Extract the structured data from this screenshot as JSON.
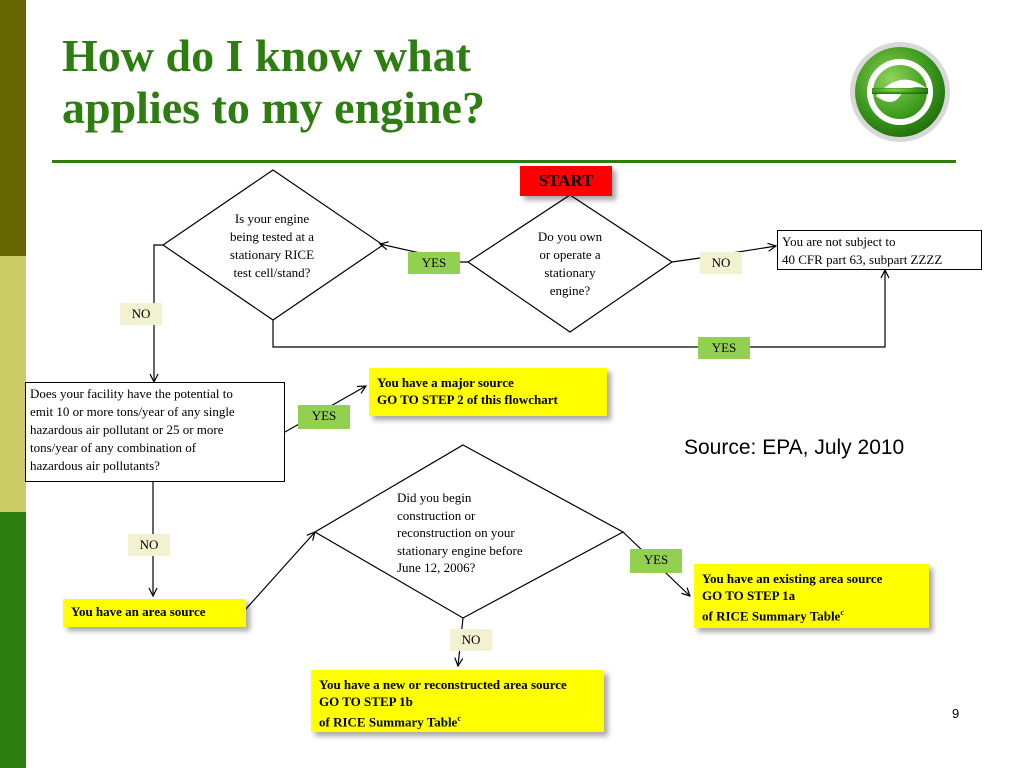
{
  "slide": {
    "title_line1": "How do I know what",
    "title_line2": "applies to my engine?",
    "source": "Source:  EPA, July 2010",
    "page_number": "9"
  },
  "flowchart": {
    "start": "START",
    "q_own_engine": [
      "Do you own",
      "or operate a",
      "stationary",
      "engine?"
    ],
    "q_test_cell": [
      "Is your engine",
      "being tested at a",
      "stationary RICE",
      "test cell/stand?"
    ],
    "not_subject": [
      "You are not subject to",
      "40 CFR part 63, subpart ZZZZ"
    ],
    "q_major_source": [
      "Does your facility have the potential to",
      "emit 10 or more tons/year of any single",
      "hazardous air pollutant or 25 or more",
      "tons/year of any combination of",
      "hazardous air pollutants?"
    ],
    "major_source": [
      "You have a major source",
      "GO TO STEP 2 of this flowchart"
    ],
    "area_source": "You have an area source",
    "q_construction": [
      "Did you begin",
      "construction or",
      "reconstruction on your",
      "stationary engine before",
      "June 12, 2006?"
    ],
    "existing_area": [
      "You have an existing area source",
      "GO TO STEP 1a",
      "of  RICE Summary Table"
    ],
    "new_area": [
      "You have a new or reconstructed area source",
      "GO TO STEP 1b",
      "of  RICE Summary Table"
    ],
    "footnote_mark": "c",
    "labels": {
      "yes_own_test": "YES",
      "no_own": "NO",
      "no_test": "NO",
      "yes_test": "YES",
      "yes_major": "YES",
      "no_major": "NO",
      "yes_construction": "YES",
      "no_construction": "NO"
    }
  },
  "colors": {
    "title_green": "#2e7d10",
    "sidebar_dark": "#666600",
    "sidebar_light": "#cccc66",
    "start_red": "#ff0000",
    "yes_green": "#92d050",
    "result_yellow": "#ffff00",
    "no_beige": "#f2f2d0"
  },
  "icons": {
    "logo": "leaf-circle-logo"
  }
}
